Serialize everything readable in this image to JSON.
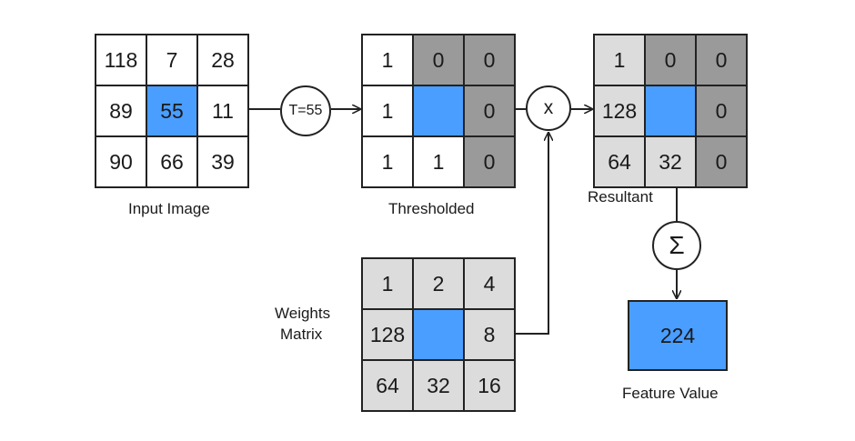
{
  "input_image": {
    "caption": "Input Image",
    "cells": [
      {
        "value": "118",
        "color": "white"
      },
      {
        "value": "7",
        "color": "white"
      },
      {
        "value": "28",
        "color": "white"
      },
      {
        "value": "89",
        "color": "white"
      },
      {
        "value": "55",
        "color": "blue"
      },
      {
        "value": "11",
        "color": "white"
      },
      {
        "value": "90",
        "color": "white"
      },
      {
        "value": "66",
        "color": "white"
      },
      {
        "value": "39",
        "color": "white"
      }
    ]
  },
  "threshold": {
    "label": "T=55"
  },
  "thresholded": {
    "caption": "Thresholded",
    "cells": [
      {
        "value": "1",
        "color": "white"
      },
      {
        "value": "0",
        "color": "dark"
      },
      {
        "value": "0",
        "color": "dark"
      },
      {
        "value": "1",
        "color": "white"
      },
      {
        "value": "",
        "color": "blue"
      },
      {
        "value": "0",
        "color": "dark"
      },
      {
        "value": "1",
        "color": "white"
      },
      {
        "value": "1",
        "color": "white"
      },
      {
        "value": "0",
        "color": "dark"
      }
    ]
  },
  "multiply": {
    "label": "x"
  },
  "resultant": {
    "caption": "Resultant",
    "cells": [
      {
        "value": "1",
        "color": "light"
      },
      {
        "value": "0",
        "color": "dark"
      },
      {
        "value": "0",
        "color": "dark"
      },
      {
        "value": "128",
        "color": "light"
      },
      {
        "value": "",
        "color": "blue"
      },
      {
        "value": "0",
        "color": "dark"
      },
      {
        "value": "64",
        "color": "light"
      },
      {
        "value": "32",
        "color": "light"
      },
      {
        "value": "0",
        "color": "dark"
      }
    ]
  },
  "weights": {
    "caption_line1": "Weights",
    "caption_line2": "Matrix",
    "cells": [
      {
        "value": "1",
        "color": "light"
      },
      {
        "value": "2",
        "color": "light"
      },
      {
        "value": "4",
        "color": "light"
      },
      {
        "value": "128",
        "color": "light"
      },
      {
        "value": "",
        "color": "blue"
      },
      {
        "value": "8",
        "color": "light"
      },
      {
        "value": "64",
        "color": "light"
      },
      {
        "value": "32",
        "color": "light"
      },
      {
        "value": "16",
        "color": "light"
      }
    ]
  },
  "sum": {
    "label": "Σ"
  },
  "feature": {
    "value": "224",
    "caption": "Feature Value"
  },
  "colors": {
    "blue": "#4a9eff",
    "light": "#dcdcdc",
    "dark": "#9a9a9a",
    "white": "#ffffff",
    "line": "#222222"
  }
}
